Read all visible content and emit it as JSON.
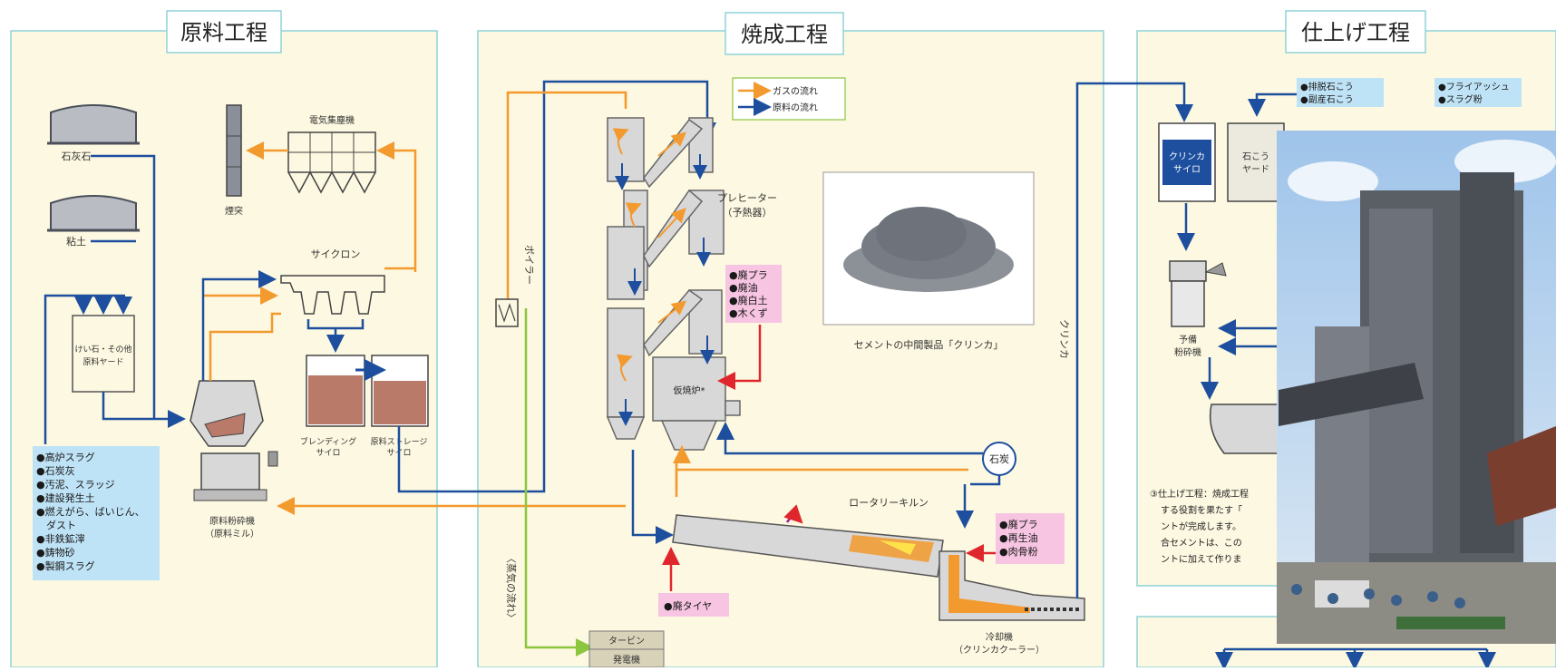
{
  "sections": {
    "raw": "原料工程",
    "firing": "焼成工程",
    "finishing": "仕上げ工程"
  },
  "raw": {
    "limestone": "石灰石",
    "clay": "粘土",
    "stack": "煙突",
    "ep": "電気集塵機",
    "cyclone": "サイクロン",
    "yard": [
      "けい石・その他",
      "原料ヤード"
    ],
    "blending": [
      "ブレンディング",
      "サイロ"
    ],
    "storage": [
      "原料ストレージ",
      "サイロ"
    ],
    "mill": [
      "原料粉砕機",
      "（原料ミル）"
    ],
    "waste_items": [
      "●高炉スラグ",
      "●石炭灰",
      "●汚泥、スラッジ",
      "●建設発生土",
      "●燃えがら、ばいじん、",
      "　ダスト",
      "●非鉄鉱滓",
      "●鋳物砂",
      "●製鋼スラグ"
    ]
  },
  "firing": {
    "legend_gas": "ガスの流れ",
    "legend_raw": "原料の流れ",
    "preheater": [
      "プレヒーター",
      "（予熱器）"
    ],
    "calciner": "仮焼炉*",
    "boiler": "ボイラー",
    "steam": "〈蒸気の流れ〉",
    "waste_top": [
      "●廃プラ",
      "●廃油",
      "●廃白土",
      "●木くず"
    ],
    "photo_caption": "セメントの中間製品「クリンカ」",
    "kiln": "ロータリーキルン",
    "coal": "石炭",
    "waste_kiln": [
      "●廃プラ",
      "●再生油",
      "●肉骨粉"
    ],
    "tire": "●廃タイヤ",
    "turbine": "タービン",
    "generator": "発電機",
    "cooler": [
      "冷却機",
      "（クリンカクーラー）"
    ],
    "clinker": "クリンカ"
  },
  "finishing": {
    "gypsum_items": [
      "●排脱石こう",
      "●副産石こう"
    ],
    "ash_items": [
      "●フライアッシュ",
      "●スラグ粉"
    ],
    "clinker_silo": [
      "クリンカ",
      "サイロ"
    ],
    "gypsum_yard": [
      "石こう",
      "ヤード"
    ],
    "premill": [
      "予備",
      "粉砕機"
    ],
    "desc_lines": [
      "③仕上げ工程：焼成工程",
      "する役割を果たす「",
      "ントが完成します。",
      "合セメントは、この",
      "ントに加えて作りま"
    ]
  },
  "colors": {
    "panel": "#fdf8e1",
    "panel_border": "#8fd3d8",
    "gas": "#f39a2e",
    "raw": "#1d4f9e",
    "waste_box": "#bfe3f6",
    "waste_pink": "#f7c4e2",
    "magenta_dot": "#e2208f",
    "steam": "#8cc63f"
  }
}
